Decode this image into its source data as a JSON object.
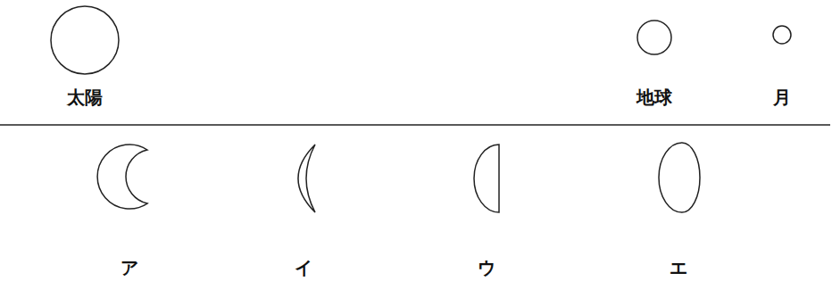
{
  "diagram": {
    "nodes": [
      {
        "text": [
          "太陽"
        ]
      },
      {
        "text": [
          "地球"
        ]
      },
      {
        "text": [
          "月"
        ]
      },
      {
        "text": [
          "ア"
        ]
      },
      {
        "text": [
          "イ"
        ]
      },
      {
        "text": [
          "ウ"
        ]
      },
      {
        "text": [
          "エ"
        ]
      }
    ]
  }
}
